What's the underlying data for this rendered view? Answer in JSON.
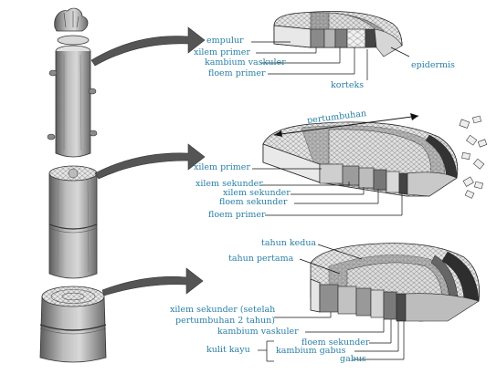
{
  "panel_1": {
    "labels": {
      "empulur": "empulur",
      "xilem_primer": "xilem primer",
      "kambium_vaskuler": "kambium vaskuler",
      "floem_primer": "floem primer",
      "korteks": "korteks",
      "epidermis": "epidermis"
    }
  },
  "panel_2": {
    "labels": {
      "pertumbuhan": "pertumbuhan",
      "xilem_primer": "xilem primer",
      "xilem_sekunder_1": "xilem sekunder",
      "xilem_sekunder_2": "xilem sekunder",
      "floem_sekunder": "floem sekunder",
      "floem_primer": "floem primer"
    }
  },
  "panel_3": {
    "labels": {
      "tahun_kedua": "tahun kedua",
      "tahun_pertama": "tahun pertama",
      "xilem_sekunder_line1": "xilem sekunder (setelah",
      "xilem_sekunder_line2": "pertumbuhan 2 tahun)",
      "kambium_vaskuler": "kambium vaskuler",
      "floem_sekunder": "floem sekunder",
      "kulit_kayu": "kulit kayu",
      "kambium_gabus": "kambium gabus",
      "gabus": "gabus"
    }
  },
  "colors": {
    "label_text": "#2a7fa6",
    "arrow_fill": "#555555",
    "stem_dark": "#6b6b6b",
    "stem_light": "#cfcfcf",
    "line": "#111111"
  }
}
